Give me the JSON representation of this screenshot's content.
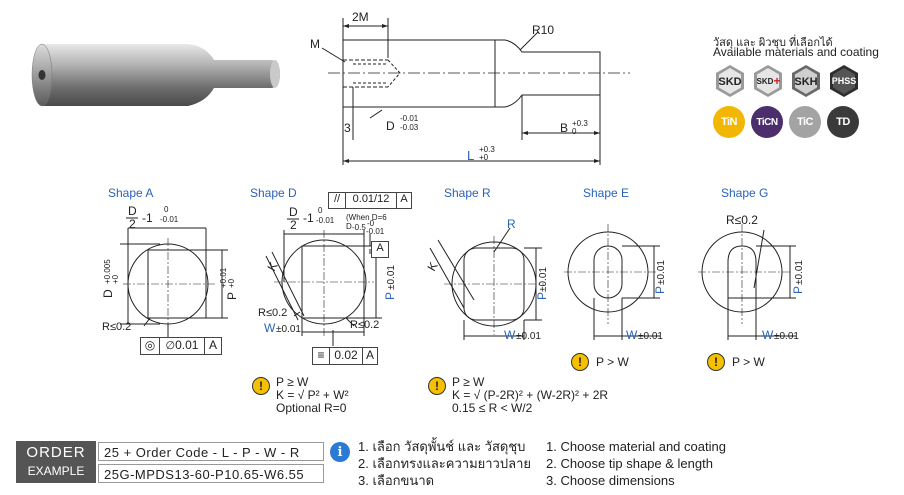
{
  "header": {
    "materials_th": "วัสดุ และ ผิวชุบ ที่เลือกได้",
    "materials_en": "Available materials and coating"
  },
  "materials": [
    {
      "label": "SKD",
      "color": "#5a5a5a"
    },
    {
      "label": "SKD+",
      "color": "#5a5a5a"
    },
    {
      "label": "SKH",
      "color": "#4a4a4a"
    },
    {
      "label": "PHSS",
      "color": "#3e3e3e"
    }
  ],
  "coatings": [
    {
      "label": "TiN",
      "color": "#f2b705"
    },
    {
      "label": "TiCN",
      "color": "#4b2e6b"
    },
    {
      "label": "TiC",
      "color": "#9a9a9a"
    },
    {
      "label": "TD",
      "color": "#3a3a3a"
    }
  ],
  "main_drawing": {
    "m": "M",
    "two_m": "2M",
    "r10": "R10",
    "three": "3",
    "d": "D",
    "d_tol_up": "-0.01",
    "d_tol_lo": "-0.03",
    "b": "B",
    "b_tol_up": "+0.3",
    "b_tol_lo": "0",
    "l": "L",
    "l_tol_up": "+0.3",
    "l_tol_lo": "+0"
  },
  "shapes": [
    {
      "title": "Shape A"
    },
    {
      "title": "Shape D"
    },
    {
      "title": "Shape R"
    },
    {
      "title": "Shape E"
    },
    {
      "title": "Shape G"
    }
  ],
  "shape_labels": {
    "d_over_2": "D",
    "two": "2",
    "minus1": "-1",
    "tol_0": "0",
    "tol_001": "-0.01",
    "when_d6": "(When D=6",
    "when_d6_b": "(When D=6",
    "tol_05": "-0.5",
    "tol_05_0": "-0",
    "tol_05_001": "-0.01",
    "d_a": "D",
    "d_a_tol": "+0.005",
    "d_a_tol0": "+0",
    "p_a": "P",
    "p_a_tol": "+0.01",
    "p_a_tol0": "+0",
    "r02": "R≤0.2",
    "conc_val": "0.01",
    "conc_ref": "A",
    "par_val": "0.01/12",
    "par_ref": "A",
    "datum_a": "A",
    "k": "K",
    "w_pm": "W",
    "w_tol": "±0.01",
    "p_pm": "P",
    "p_tol": "±0.01",
    "sym_val": "0.02",
    "sym_ref": "A",
    "r": "R",
    "r_g": "R≤0.2"
  },
  "conditions": {
    "d_line1": "P ≥ W",
    "d_line2": "K = √ P² + W²",
    "d_line3": "Optional R=0",
    "r_line1": "P ≥ W",
    "r_line2": "K = √ (P-2R)² + (W-2R)² + 2R",
    "r_line3": "0.15 ≤ R < W/2",
    "e_line": "P > W",
    "g_line": "P > W"
  },
  "order": {
    "title": "ORDER",
    "subtitle": "EXAMPLE",
    "format": "25 + Order Code - L - P - W - R",
    "example": "25G-MPDS13-60-P10.65-W6.55"
  },
  "steps_th": [
    "1. เลือก วัสดุพั้นช์ และ วัสดุชุบ",
    "2. เลือกทรงและความยาวปลาย",
    "3. เลือกขนาด"
  ],
  "steps_en": [
    "1. Choose material and coating",
    "2. Choose tip shape & length",
    "3. Choose dimensions"
  ]
}
